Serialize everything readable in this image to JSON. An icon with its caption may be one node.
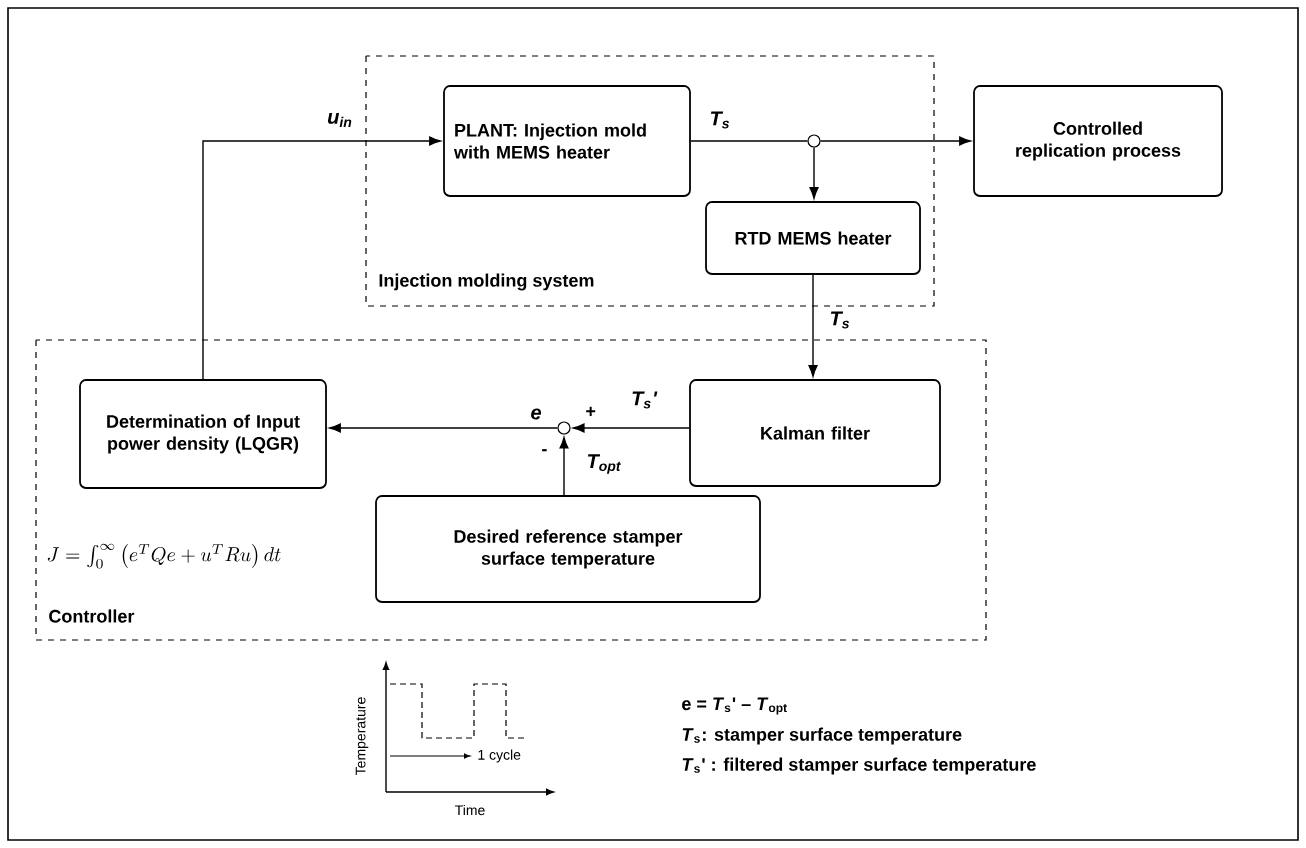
{
  "diagram": {
    "nodes": [
      {
        "text": [
          "Injection molding system"
        ]
      },
      {
        "text": [
          "PLANT: Injection mold with MEMS heater"
        ],
        "in": 0
      },
      {
        "text": [
          "RTD MEMS heater"
        ],
        "in": 0
      },
      {
        "text": [
          "Controlled replication process"
        ]
      },
      {
        "text": [
          "Controller"
        ]
      },
      {
        "text": [
          "Determination of Input power density (LQGR)"
        ],
        "in": 4,
        "beside": [
          "J = \\int_0^{\\infty} \\left( e^T Q e + u^T R u \\right) dt"
        ]
      },
      {
        "text": [
          "Kalman filter"
        ],
        "in": 4
      },
      {
        "text": [
          "Desired reference stamper surface temperature"
        ],
        "in": 4
      },
      {
        "text": [],
        "shape": "circle",
        "in": 4
      },
      {
        "text": [],
        "shape": "circle",
        "in": 0
      }
    ],
    "edges": [
      {
        "from": 5,
        "to": 1,
        "arrow": "to",
        "label": "u$_{in}$"
      },
      {
        "from": 1,
        "to": 9,
        "arrow": "none",
        "label": "T$_{s}$"
      },
      {
        "from": 9,
        "to": 3,
        "arrow": "to"
      },
      {
        "from": 9,
        "to": 2,
        "arrow": "to"
      },
      {
        "from": 2,
        "to": 6,
        "arrow": "to",
        "label": "T$_{s}$"
      },
      {
        "from": 6,
        "to": 8,
        "arrow": "to",
        "label": "T$_{s}$'"
      },
      {
        "from": 8,
        "to": 5,
        "arrow": "to",
        "label": "e"
      },
      {
        "from": 7,
        "to": 8,
        "arrow": "to",
        "label": "T$_{opt}$"
      }
    ],
    "labels": [
      "+",
      "-",
      "Temperature",
      "1 cycle",
      "Time",
      "e = *T*$_{s}$' – *T*$_{opt}$",
      "*T*$_{s}$: stamper surface temperature",
      "*T*$_{s}$' : filtered stamper surface temperature"
    ]
  }
}
